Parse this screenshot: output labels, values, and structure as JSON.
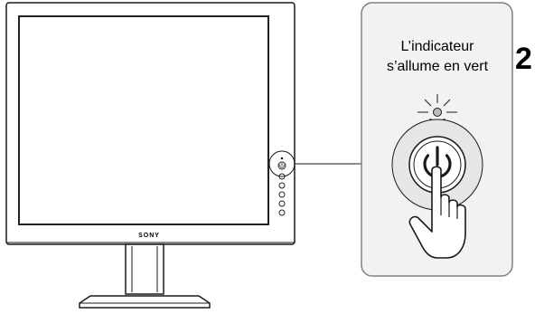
{
  "brand": "SONY",
  "step_number": "2",
  "callout": {
    "line1": "L’indicateur",
    "line2": "s’allume en vert"
  },
  "icons": [
    "power-icon",
    "pointing-hand-icon",
    "power-indicator-light-icon"
  ],
  "colors": {
    "stroke": "#1a1a1a",
    "screen_outline": "#222222",
    "callout_fill": "#f2f2f2",
    "callout_border": "#808080",
    "bezel_fill": "#ffffff",
    "glow_fill": "#e6e6e6",
    "led_fill": "#bdbdbd"
  }
}
